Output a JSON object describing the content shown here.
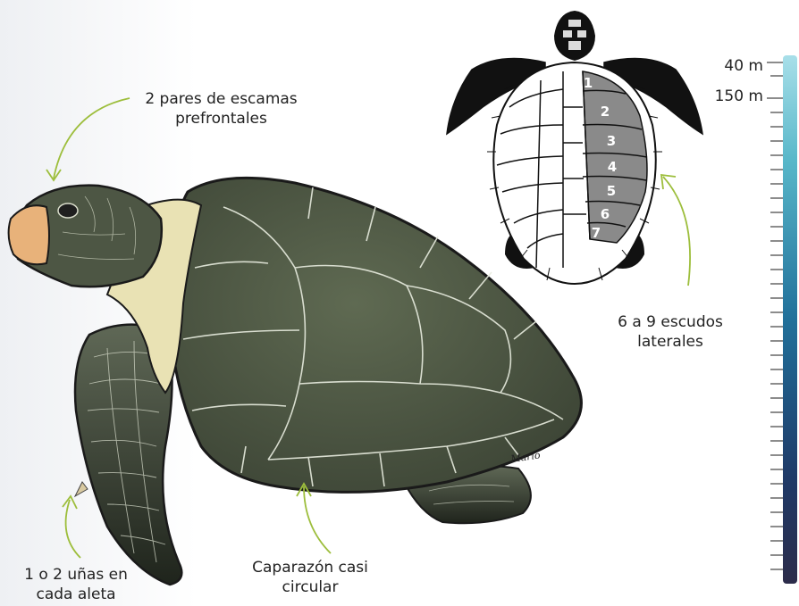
{
  "labels": {
    "prefrontal_line1": "2 pares de escamas",
    "prefrontal_line2": "prefrontales",
    "lateral_line1": "6 a 9 escudos",
    "lateral_line2": "laterales",
    "claws_line1": "1 o 2 uñas en",
    "claws_line2": "cada aleta",
    "carapace_line1": "Caparazón casi",
    "carapace_line2": "circular"
  },
  "depth_scale": {
    "tick_1": "40 m",
    "tick_2": "150 m"
  },
  "scute_numbers": [
    "1",
    "2",
    "3",
    "4",
    "5",
    "6",
    "7"
  ],
  "signature": "Mario",
  "colors": {
    "arrow": "#9dbe3c",
    "shell": "#4f5a45",
    "skin": "#e9e2b4",
    "beak": "#e8b27a",
    "scute_highlight": "#8a8a8a",
    "scale_top": "#a8dfe9",
    "scale_bottom": "#2c2c4a"
  }
}
